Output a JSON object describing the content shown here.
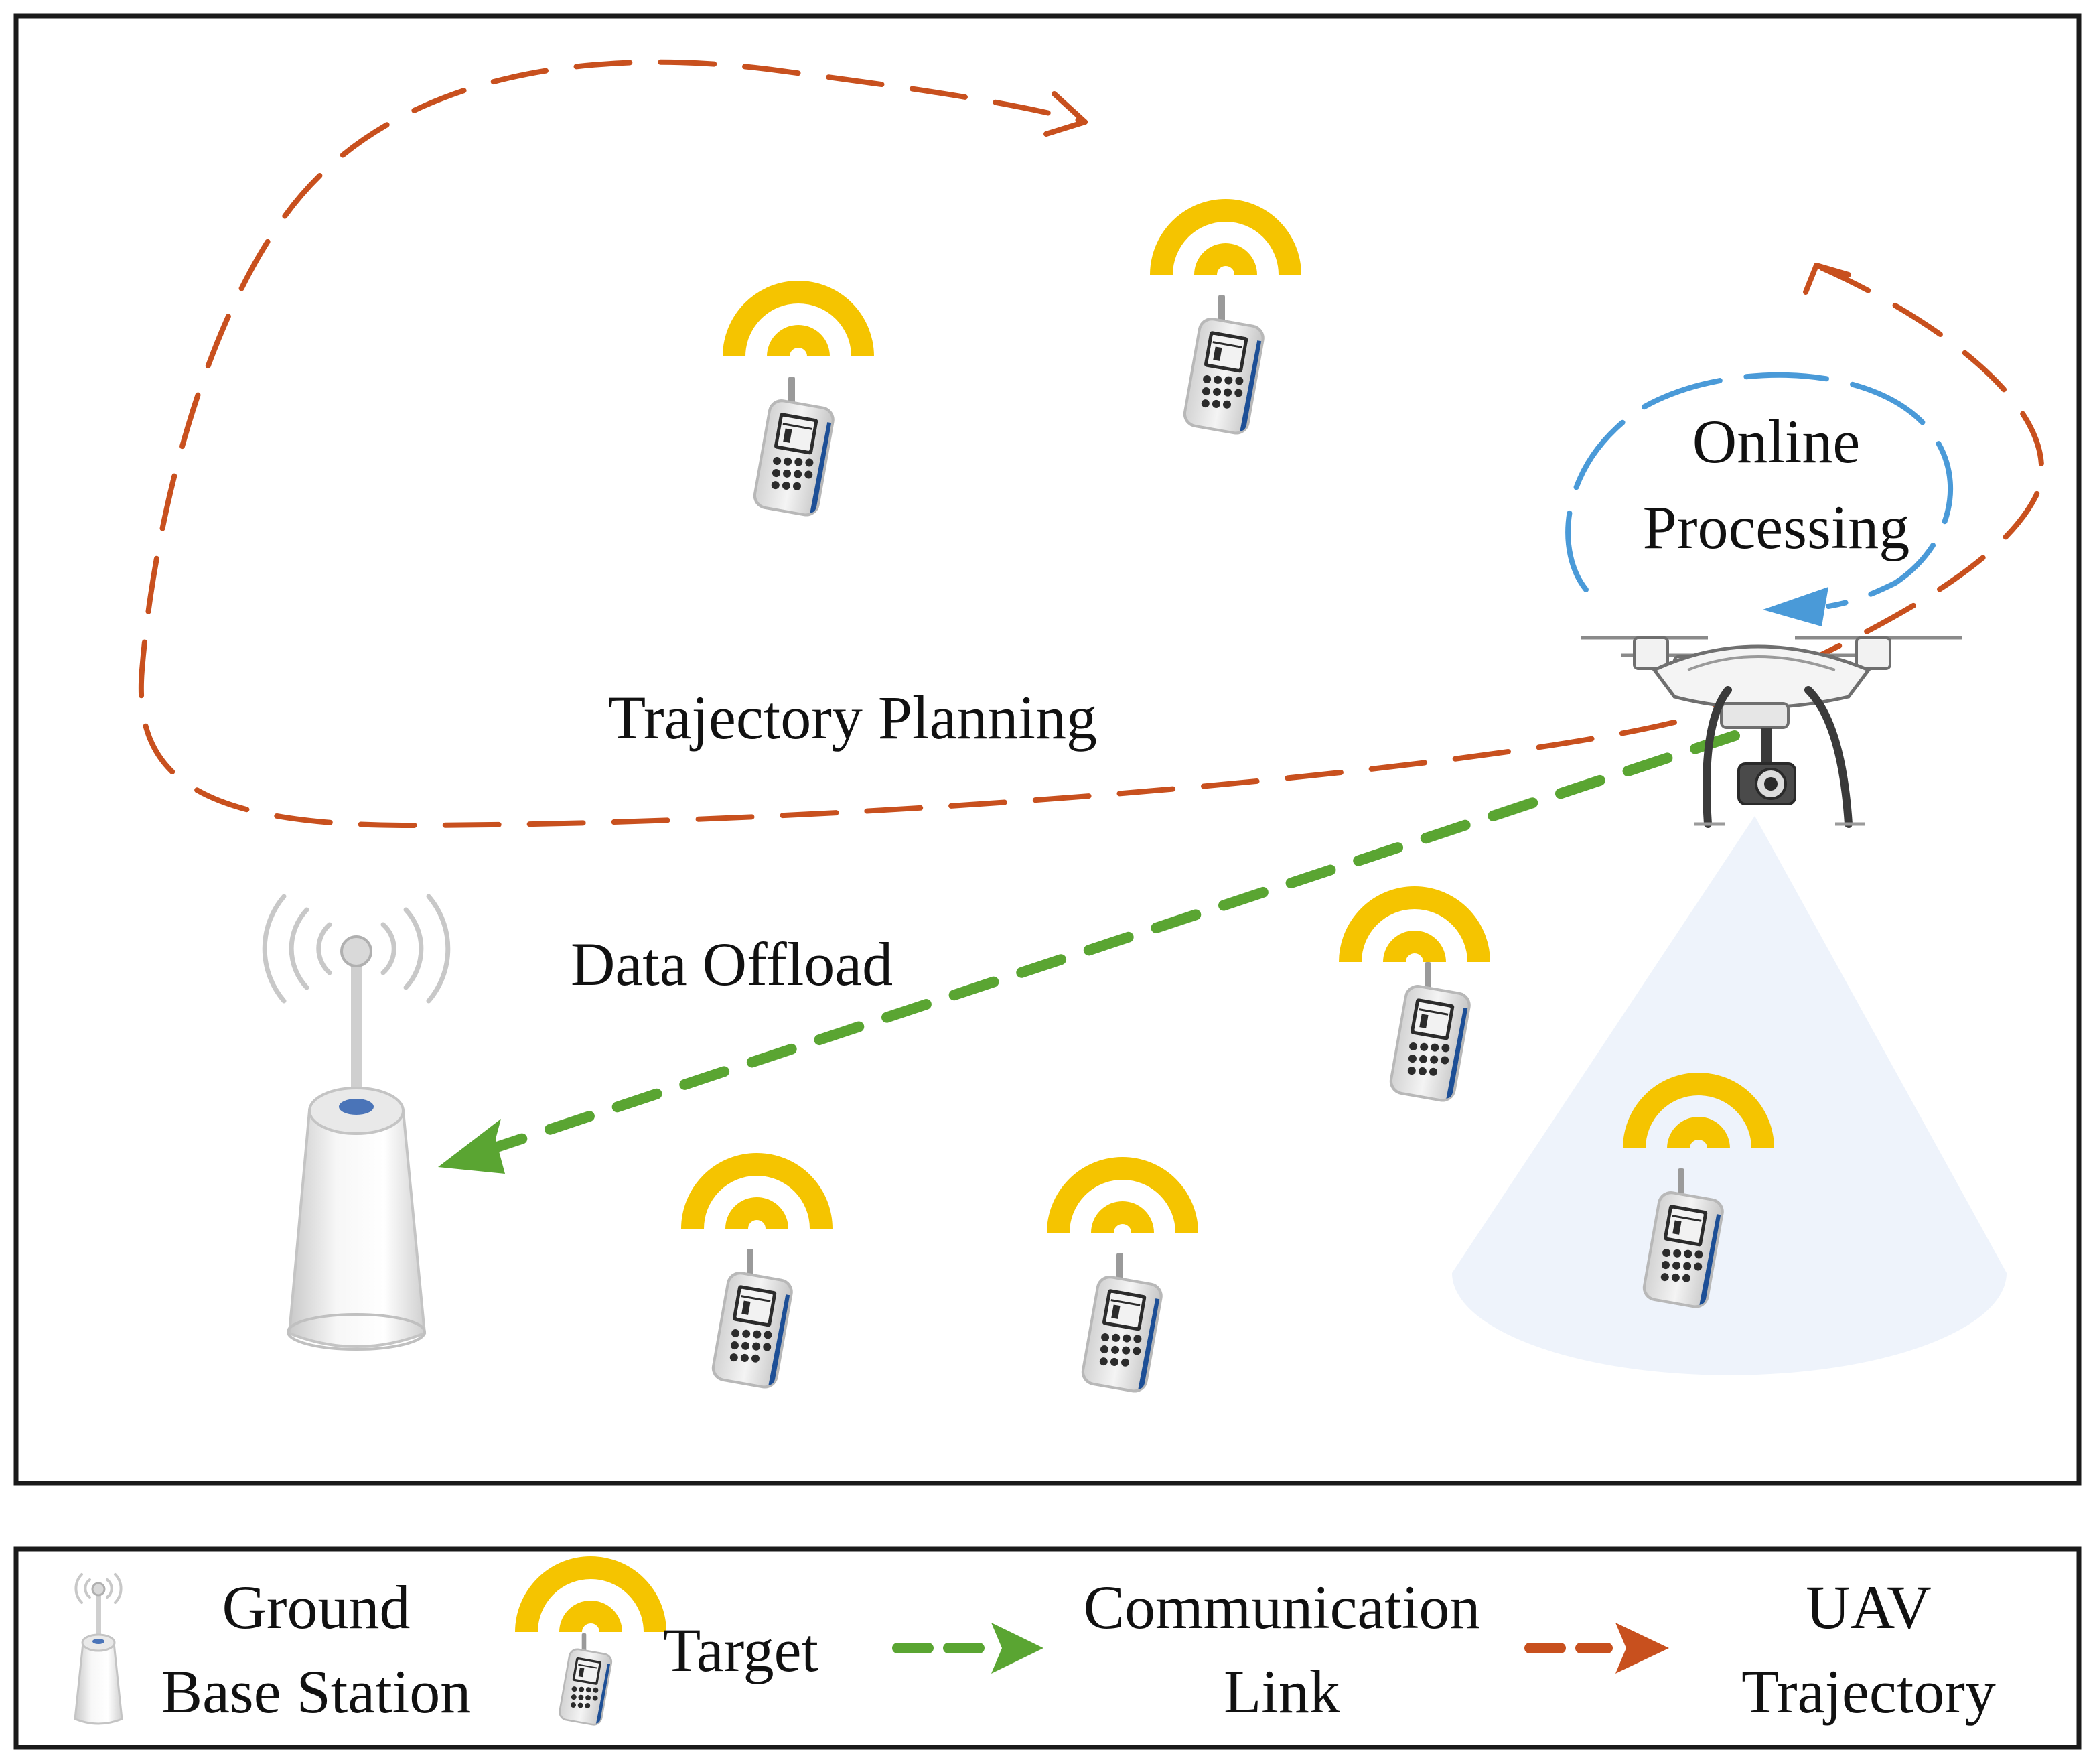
{
  "labels": {
    "trajectory_planning": "Trajectory Planning",
    "online_processing_line1": "Online",
    "online_processing_line2": "Processing",
    "data_offload": "Data Offload"
  },
  "legend": {
    "ground_line1": "Ground",
    "ground_line2": "Base Station",
    "target": "Target",
    "comm_line1": "Communication",
    "comm_line2": "Link",
    "uav_line1": "UAV",
    "uav_line2": "Trajectory"
  },
  "colors": {
    "trajectory": "#C8501E",
    "communication": "#5AA532",
    "online_processing": "#4A9AD8",
    "signal": "#F5C400",
    "coverage": "#EEF3FB",
    "frame": "#1A1A1A"
  },
  "icons": {
    "base_station": "antenna-tower-icon",
    "target": "handheld-device-icon",
    "uav": "quadcopter-drone-icon"
  }
}
